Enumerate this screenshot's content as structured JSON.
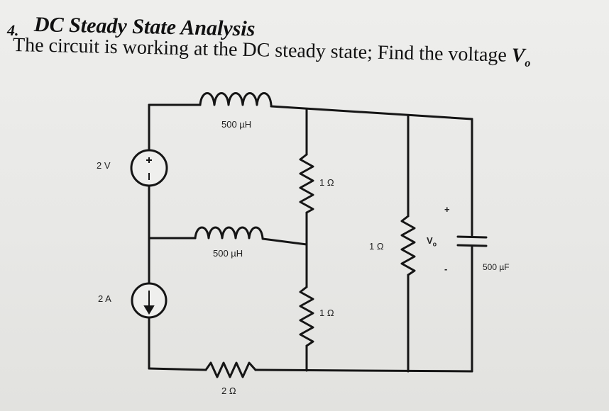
{
  "problem": {
    "number": "4.",
    "title": "DC Steady State Analysis",
    "prompt": "The circuit is working at the DC steady state; Find the voltage",
    "vo_main": "V",
    "vo_sub": "o"
  },
  "circuit": {
    "voltage_source_label": "2 V",
    "current_source_label": "2 A",
    "inductor1_label": "500 µH",
    "inductor2_label": "500 µH",
    "resistor_1_label": "1 Ω",
    "resistor_2_label": "1 Ω",
    "resistor_3_label": "1 Ω",
    "resistor_bottom_label": "2 Ω",
    "capacitor_label": "500 µF",
    "vo_plus": "+",
    "vo_label_main": "V",
    "vo_label_sub": "o",
    "vo_minus": "-"
  }
}
